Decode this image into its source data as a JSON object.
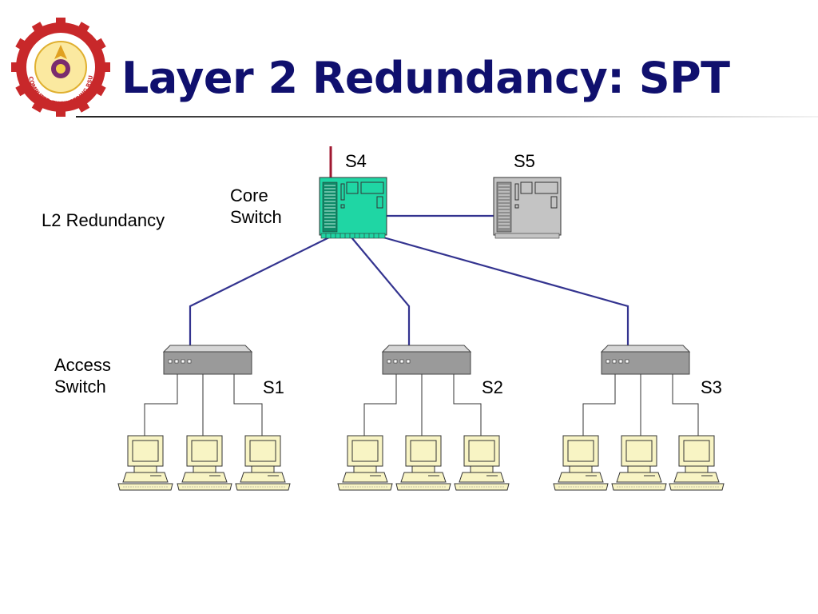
{
  "title": "Layer 2 Redundancy: SPT",
  "logo": {
    "text": "COMPUTER ENGINEERING RSU",
    "colors": {
      "gear": "#c8282a",
      "inner": "#f4d24c",
      "center": "#7a2c6e"
    }
  },
  "labels": {
    "l2_redundancy": "L2 Redundancy",
    "core_switch_line1": "Core",
    "core_switch_line2": "Switch",
    "access_switch_line1": "Access",
    "access_switch_line2": "Switch"
  },
  "switches": {
    "s4": "S4",
    "s5": "S5",
    "s1": "S1",
    "s2": "S2",
    "s3": "S3"
  },
  "colors": {
    "title": "#10106e",
    "link": "#33338f",
    "core_switch": "#1fd6a4",
    "backup_switch": "#c4c4c4",
    "uplink": "#a01830",
    "workstation": "#f8f4c4"
  }
}
